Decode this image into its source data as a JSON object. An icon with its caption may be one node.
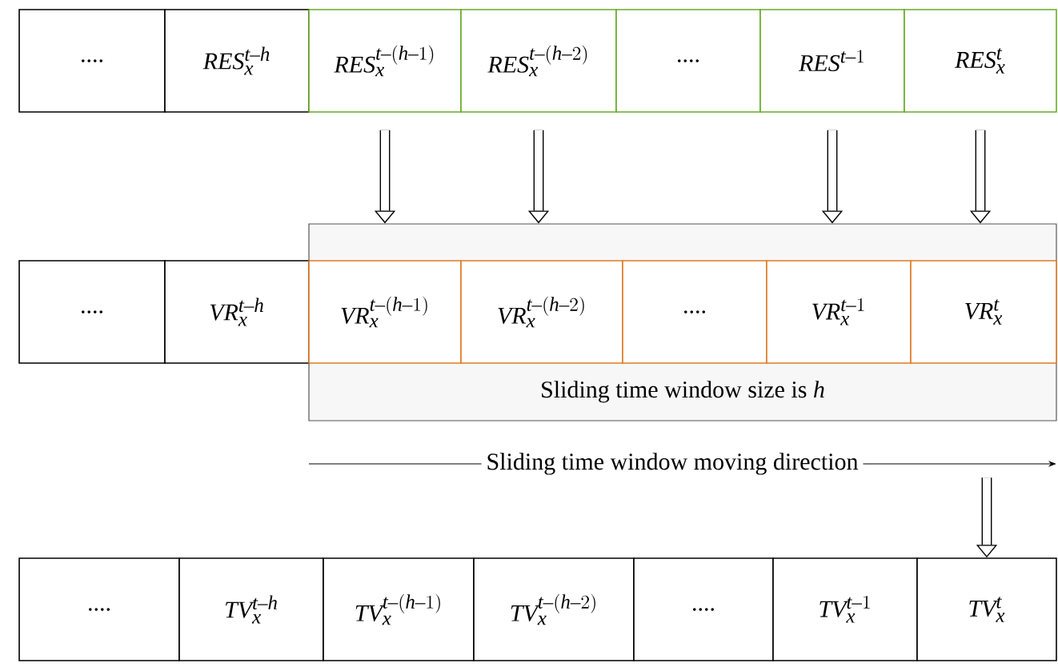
{
  "diagram": {
    "nodes": [
      {
        "text": [
          "...."
        ]
      },
      {
        "text": [
          "RES_x^{t-h}"
        ]
      },
      {
        "text": [
          "RES_x^{t-(h-1)}"
        ]
      },
      {
        "text": [
          "RES_x^{t-(h-2)}"
        ]
      },
      {
        "text": [
          "...."
        ]
      },
      {
        "text": [
          "RES^{t-1}"
        ]
      },
      {
        "text": [
          "RES_x^{t}"
        ]
      },
      {
        "text": [
          "Sliding time window size is *h*"
        ]
      },
      {
        "text": [
          "...."
        ]
      },
      {
        "text": [
          "VR_x^{t-h}"
        ]
      },
      {
        "text": [
          "VR_x^{t-(h-1)}"
        ],
        "in": 7
      },
      {
        "text": [
          "VR_x^{t-(h-2)}"
        ],
        "in": 7
      },
      {
        "text": [
          "...."
        ],
        "in": 7
      },
      {
        "text": [
          "VR_x^{t-1}"
        ],
        "in": 7
      },
      {
        "text": [
          "VR_x^{t}"
        ],
        "in": 7
      },
      {
        "text": [
          "...."
        ]
      },
      {
        "text": [
          "TV_x^{t-h}"
        ]
      },
      {
        "text": [
          "TV_x^{t-(h-1)}"
        ]
      },
      {
        "text": [
          "TV_x^{t-(h-2)}"
        ]
      },
      {
        "text": [
          "...."
        ]
      },
      {
        "text": [
          "TV_x^{t-1}"
        ]
      },
      {
        "text": [
          "TV_x^{t}"
        ]
      }
    ],
    "edges": [
      {
        "from": 2,
        "to": 7,
        "arrow": "to"
      },
      {
        "from": 3,
        "to": 7,
        "arrow": "to"
      },
      {
        "from": 5,
        "to": 7,
        "arrow": "to"
      },
      {
        "from": 6,
        "to": 7,
        "arrow": "to"
      },
      {
        "from": null,
        "to": 21,
        "arrow": "to"
      }
    ],
    "labels": [
      "Sliding time window moving direction"
    ]
  }
}
